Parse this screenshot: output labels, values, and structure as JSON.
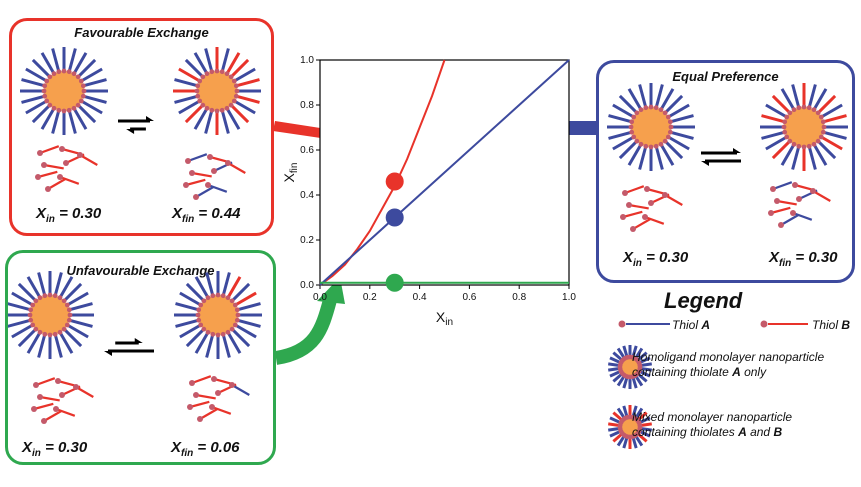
{
  "colors": {
    "red": "#e8332a",
    "blue": "#3d4a9e",
    "green": "#2fa84f",
    "orange": "#f6a04d",
    "bead": "#c45a6a"
  },
  "panels": {
    "favourable": {
      "title": "Favourable Exchange",
      "x_in_sym": "X",
      "x_in_sub": "in",
      "x_in_val": " = 0.30",
      "x_fin_sym": "X",
      "x_fin_sub": "fin",
      "x_fin_val": " = 0.44"
    },
    "unfavourable": {
      "title": "Unfavourable Exchange",
      "x_in_sym": "X",
      "x_in_sub": "in",
      "x_in_val": " = 0.30",
      "x_fin_sym": "X",
      "x_fin_sub": "fin",
      "x_fin_val": " = 0.06"
    },
    "equal": {
      "title": "Equal Preference",
      "x_in_sym": "X",
      "x_in_sub": "in",
      "x_in_val": " = 0.30",
      "x_fin_sym": "X",
      "x_fin_sub": "fin",
      "x_fin_val": " = 0.30"
    }
  },
  "chart_data": {
    "type": "line",
    "xlabel_sym": "X",
    "xlabel_sub": "in",
    "ylabel_sym": "X",
    "ylabel_sub": "fin",
    "xlim": [
      0.0,
      1.0
    ],
    "ylim": [
      0.0,
      1.0
    ],
    "xticks": [
      0.0,
      0.2,
      0.4,
      0.6,
      0.8,
      1.0
    ],
    "yticks": [
      0.0,
      0.2,
      0.4,
      0.6,
      0.8,
      1.0
    ],
    "xtick_labels": [
      "0.0",
      "0.2",
      "0.4",
      "0.6",
      "0.8",
      "1.0"
    ],
    "ytick_labels": [
      "0.0",
      "0.2",
      "0.4",
      "0.6",
      "0.8",
      "1.0"
    ],
    "series": [
      {
        "color": "#e8332a",
        "x": [
          0.0,
          0.05,
          0.1,
          0.15,
          0.2,
          0.25,
          0.3,
          0.35,
          0.4,
          0.45,
          0.5
        ],
        "y": [
          0.0,
          0.04,
          0.09,
          0.16,
          0.24,
          0.34,
          0.44,
          0.56,
          0.7,
          0.84,
          1.0
        ]
      },
      {
        "color": "#3d4a9e",
        "x": [
          0.0,
          1.0
        ],
        "y": [
          0.0,
          1.0
        ]
      },
      {
        "color": "#2fa84f",
        "x": [
          0.0,
          1.0
        ],
        "y": [
          0.01,
          0.01
        ]
      }
    ],
    "markers": [
      {
        "x": 0.3,
        "y": 0.46,
        "color": "#e8332a"
      },
      {
        "x": 0.3,
        "y": 0.3,
        "color": "#3d4a9e"
      },
      {
        "x": 0.3,
        "y": 0.01,
        "color": "#2fa84f"
      }
    ]
  },
  "legend": {
    "title": "Legend",
    "thiol_a_prefix": "Thiol ",
    "thiol_a_letter": "A",
    "thiol_b_prefix": "Thiol ",
    "thiol_b_letter": "B",
    "homo_line1": "Homoligand monolayer nanoparticle",
    "homo_line2_prefix": "containing thiolate ",
    "homo_line2_letter": "A",
    "homo_line2_suffix": " only",
    "mixed_line1": "Mixed monolayer nanoparticle",
    "mixed_line2_prefix": "containing thiolates ",
    "mixed_line2_letter1": "A",
    "mixed_line2_mid": " and ",
    "mixed_line2_letter2": "B"
  }
}
